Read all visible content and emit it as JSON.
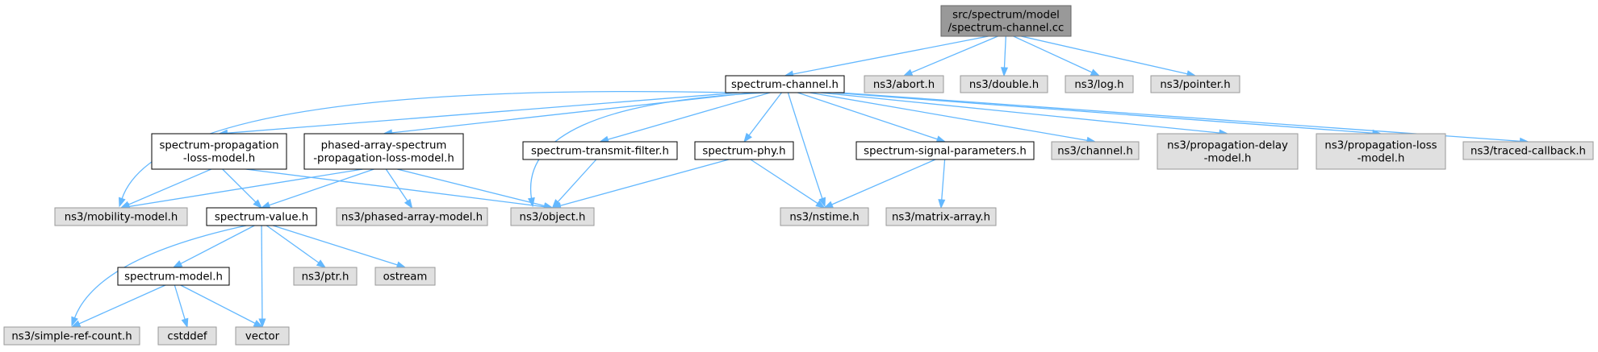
{
  "diagram": {
    "nodes": [
      {
        "id": "root",
        "lines": [
          "src/spectrum/model",
          "/spectrum-channel.cc"
        ],
        "style": "root"
      },
      {
        "id": "spectrum_channel_h",
        "lines": [
          "spectrum-channel.h"
        ],
        "style": "local"
      },
      {
        "id": "abort_h",
        "lines": [
          "ns3/abort.h"
        ],
        "style": "external"
      },
      {
        "id": "double_h",
        "lines": [
          "ns3/double.h"
        ],
        "style": "external"
      },
      {
        "id": "log_h",
        "lines": [
          "ns3/log.h"
        ],
        "style": "external"
      },
      {
        "id": "pointer_h",
        "lines": [
          "ns3/pointer.h"
        ],
        "style": "external"
      },
      {
        "id": "spectrum_propagation_loss_model_h",
        "lines": [
          "spectrum-propagation",
          "-loss-model.h"
        ],
        "style": "local"
      },
      {
        "id": "phased_array_spectrum_propagation_loss_model_h",
        "lines": [
          "phased-array-spectrum",
          "-propagation-loss-model.h"
        ],
        "style": "local"
      },
      {
        "id": "spectrum_transmit_filter_h",
        "lines": [
          "spectrum-transmit-filter.h"
        ],
        "style": "local"
      },
      {
        "id": "spectrum_phy_h",
        "lines": [
          "spectrum-phy.h"
        ],
        "style": "local"
      },
      {
        "id": "spectrum_signal_parameters_h",
        "lines": [
          "spectrum-signal-parameters.h"
        ],
        "style": "local"
      },
      {
        "id": "channel_h",
        "lines": [
          "ns3/channel.h"
        ],
        "style": "external"
      },
      {
        "id": "propagation_delay_model_h",
        "lines": [
          "ns3/propagation-delay",
          "-model.h"
        ],
        "style": "external"
      },
      {
        "id": "propagation_loss_model_h",
        "lines": [
          "ns3/propagation-loss",
          "-model.h"
        ],
        "style": "external"
      },
      {
        "id": "traced_callback_h",
        "lines": [
          "ns3/traced-callback.h"
        ],
        "style": "external"
      },
      {
        "id": "mobility_model_h",
        "lines": [
          "ns3/mobility-model.h"
        ],
        "style": "external"
      },
      {
        "id": "spectrum_value_h",
        "lines": [
          "spectrum-value.h"
        ],
        "style": "local"
      },
      {
        "id": "phased_array_model_h",
        "lines": [
          "ns3/phased-array-model.h"
        ],
        "style": "external"
      },
      {
        "id": "object_h",
        "lines": [
          "ns3/object.h"
        ],
        "style": "external"
      },
      {
        "id": "nstime_h",
        "lines": [
          "ns3/nstime.h"
        ],
        "style": "external"
      },
      {
        "id": "matrix_array_h",
        "lines": [
          "ns3/matrix-array.h"
        ],
        "style": "external"
      },
      {
        "id": "spectrum_model_h",
        "lines": [
          "spectrum-model.h"
        ],
        "style": "local"
      },
      {
        "id": "ptr_h",
        "lines": [
          "ns3/ptr.h"
        ],
        "style": "external"
      },
      {
        "id": "ostream",
        "lines": [
          "ostream"
        ],
        "style": "external"
      },
      {
        "id": "simple_ref_count_h",
        "lines": [
          "ns3/simple-ref-count.h"
        ],
        "style": "external"
      },
      {
        "id": "cstddef",
        "lines": [
          "cstddef"
        ],
        "style": "external"
      },
      {
        "id": "vector",
        "lines": [
          "vector"
        ],
        "style": "external"
      }
    ],
    "edges": [
      [
        "root",
        "spectrum_channel_h"
      ],
      [
        "root",
        "abort_h"
      ],
      [
        "root",
        "double_h"
      ],
      [
        "root",
        "log_h"
      ],
      [
        "root",
        "pointer_h"
      ],
      [
        "spectrum_channel_h",
        "spectrum_propagation_loss_model_h"
      ],
      [
        "spectrum_channel_h",
        "phased_array_spectrum_propagation_loss_model_h"
      ],
      [
        "spectrum_channel_h",
        "spectrum_transmit_filter_h"
      ],
      [
        "spectrum_channel_h",
        "spectrum_phy_h"
      ],
      [
        "spectrum_channel_h",
        "spectrum_signal_parameters_h"
      ],
      [
        "spectrum_channel_h",
        "channel_h"
      ],
      [
        "spectrum_channel_h",
        "propagation_delay_model_h"
      ],
      [
        "spectrum_channel_h",
        "propagation_loss_model_h"
      ],
      [
        "spectrum_channel_h",
        "traced_callback_h"
      ],
      [
        "spectrum_channel_h",
        "mobility_model_h"
      ],
      [
        "spectrum_channel_h",
        "object_h"
      ],
      [
        "spectrum_channel_h",
        "nstime_h"
      ],
      [
        "spectrum_propagation_loss_model_h",
        "mobility_model_h"
      ],
      [
        "spectrum_propagation_loss_model_h",
        "spectrum_value_h"
      ],
      [
        "spectrum_propagation_loss_model_h",
        "object_h"
      ],
      [
        "phased_array_spectrum_propagation_loss_model_h",
        "mobility_model_h"
      ],
      [
        "phased_array_spectrum_propagation_loss_model_h",
        "spectrum_value_h"
      ],
      [
        "phased_array_spectrum_propagation_loss_model_h",
        "phased_array_model_h"
      ],
      [
        "phased_array_spectrum_propagation_loss_model_h",
        "object_h"
      ],
      [
        "spectrum_transmit_filter_h",
        "object_h"
      ],
      [
        "spectrum_phy_h",
        "object_h"
      ],
      [
        "spectrum_phy_h",
        "nstime_h"
      ],
      [
        "spectrum_signal_parameters_h",
        "nstime_h"
      ],
      [
        "spectrum_signal_parameters_h",
        "matrix_array_h"
      ],
      [
        "spectrum_value_h",
        "simple_ref_count_h"
      ],
      [
        "spectrum_value_h",
        "spectrum_model_h"
      ],
      [
        "spectrum_value_h",
        "vector"
      ],
      [
        "spectrum_value_h",
        "ptr_h"
      ],
      [
        "spectrum_value_h",
        "ostream"
      ],
      [
        "spectrum_model_h",
        "simple_ref_count_h"
      ],
      [
        "spectrum_model_h",
        "cstddef"
      ],
      [
        "spectrum_model_h",
        "vector"
      ]
    ],
    "colors": {
      "root_fill": "#999999",
      "root_border": "#666666",
      "local_fill": "#ffffff",
      "local_border": "#000000",
      "external_fill": "#e0e0e0",
      "external_border": "#999999",
      "edge": "#63b8ff"
    }
  }
}
